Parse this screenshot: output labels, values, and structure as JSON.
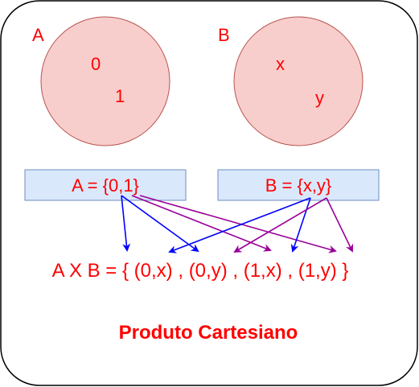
{
  "set_a": {
    "name": "A",
    "elements": [
      "0",
      "1"
    ],
    "notation": "A = {0,1}"
  },
  "set_b": {
    "name": "B",
    "elements": [
      "x",
      "y"
    ],
    "notation": "B = {x,y}"
  },
  "product": {
    "prefix": "A X B = {",
    "pairs": [
      "(0,x)",
      "(0,y)",
      "(1,x)",
      "(1,y)"
    ],
    "separators": [
      ",",
      ",",
      ","
    ],
    "suffix": "}"
  },
  "caption": "Produto Cartesiano",
  "colors": {
    "text": "#ff0000",
    "circle_fill": "#f8cecc",
    "circle_stroke": "#b85450",
    "box_fill": "#dae8fc",
    "box_stroke": "#6c8ebf",
    "arrow_from_a_0": "#0000ff",
    "arrow_from_a_1": "#990099",
    "arrow_from_b_x": "#0000ff",
    "arrow_from_b_y": "#990099"
  }
}
